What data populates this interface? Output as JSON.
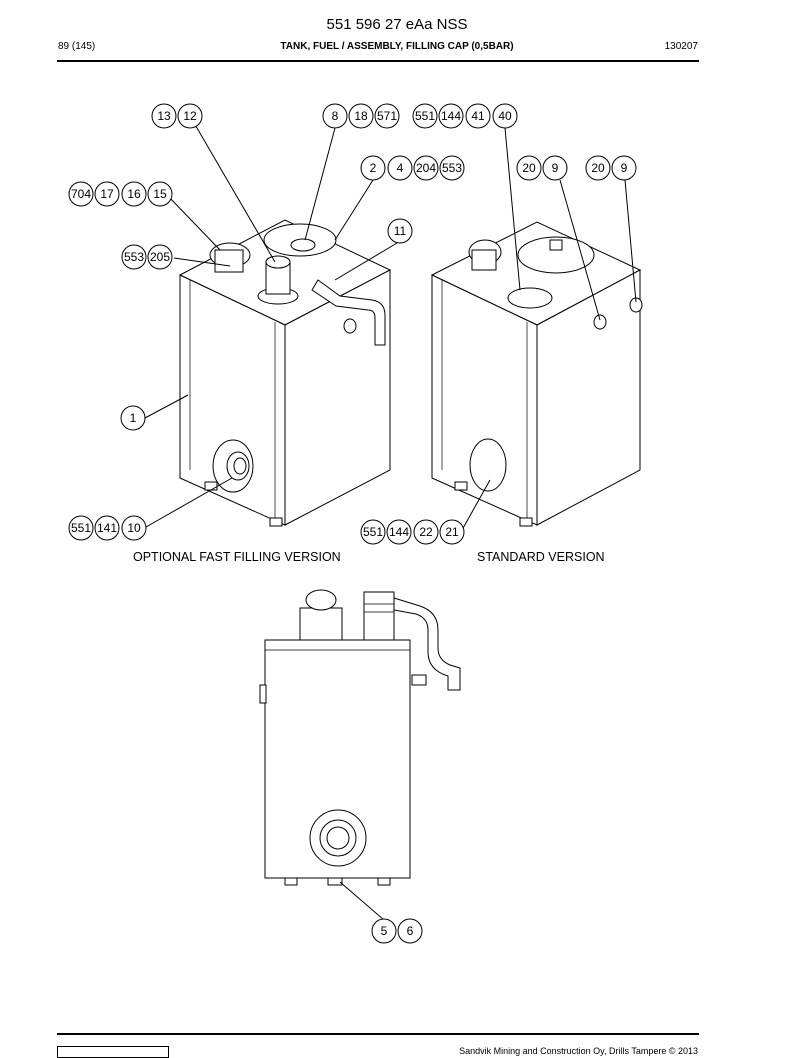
{
  "header": {
    "doc_title": "551 596 27 eAa NSS",
    "page_number": "89 (145)",
    "section_title": "TANK, FUEL / ASSEMBLY, FILLING CAP (0,5BAR)",
    "date_code": "130207"
  },
  "captions": {
    "left": "OPTIONAL FAST FILLING VERSION",
    "right": "STANDARD VERSION"
  },
  "balloons": {
    "b13": "13",
    "b12": "12",
    "b8": "8",
    "b18": "18",
    "b571": "571",
    "b551a": "551",
    "b144a": "144",
    "b41": "41",
    "b40": "40",
    "b2": "2",
    "b4": "4",
    "b204": "204",
    "b553a": "553",
    "b20a": "20",
    "b9a": "9",
    "b20b": "20",
    "b9b": "9",
    "b704": "704",
    "b17": "17",
    "b16": "16",
    "b15": "15",
    "b11": "11",
    "b553b": "553",
    "b205": "205",
    "b1": "1",
    "b551b": "551",
    "b141": "141",
    "b10": "10",
    "b551c": "551",
    "b144b": "144",
    "b22": "22",
    "b21": "21",
    "b5": "5",
    "b6": "6"
  },
  "footer": {
    "copyright": "Sandvik Mining and Construction Oy, Drills Tampere © 2013"
  }
}
